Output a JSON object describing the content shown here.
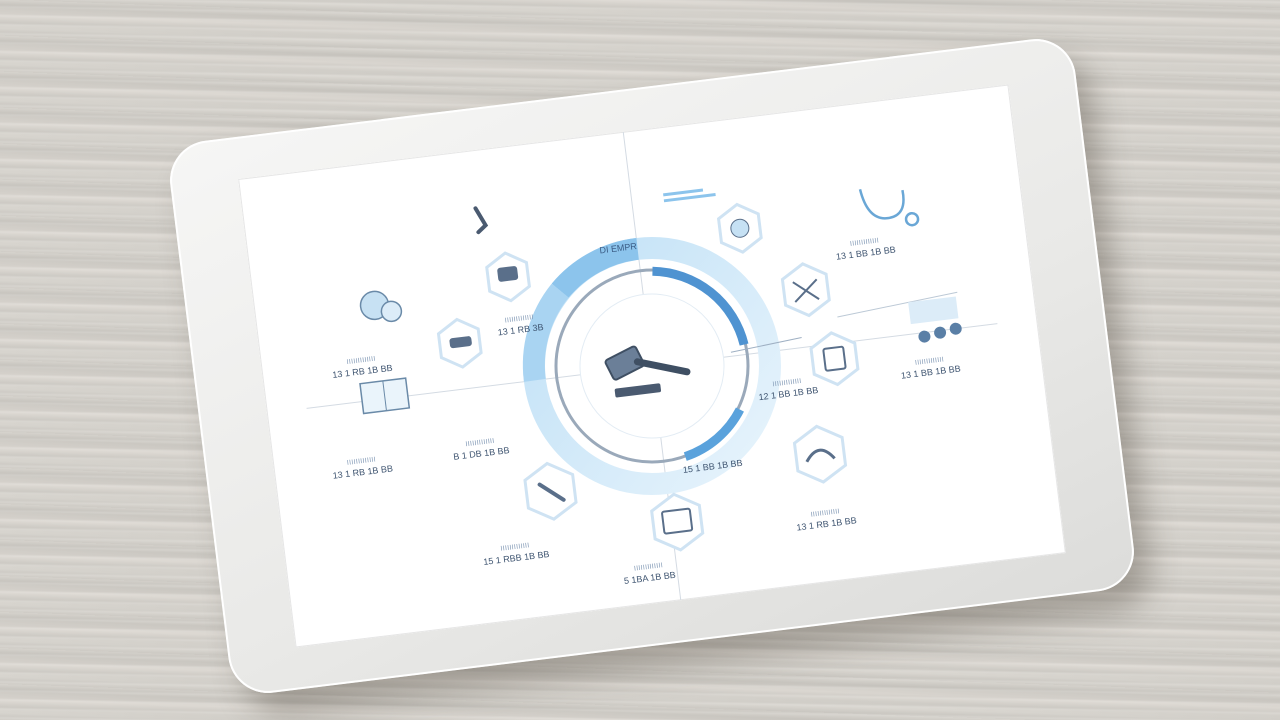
{
  "scene": {
    "colors": {
      "accent": "#7ab8e6",
      "accent_dark": "#3b84c4",
      "icon_stroke": "#5a6f8a",
      "wood": "#d6d3cd",
      "tablet_bezel": "#eeeeec"
    }
  },
  "infographic": {
    "center_icon": "gavel-icon",
    "center_chip": "DI EMPR",
    "nodes": [
      {
        "icon": "microscope-icon",
        "cap": "IIIIIIIIIIIII",
        "val": "13 1 RB 3B"
      },
      {
        "icon": "molecule-icon",
        "cap": "IIIIIIIIIIIII",
        "val": "13 1 RB 1B BB"
      },
      {
        "icon": "book-icon",
        "cap": "IIIIIIIIIIIII",
        "val": "13 1 RB 1B BB"
      },
      {
        "icon": "pill-bottle-icon",
        "cap": "IIIIIIIIIIIII",
        "val": "B 1 DB 1B BB"
      },
      {
        "icon": "handshake-icon",
        "cap": "IIIIIIIIIIIII",
        "val": "15 1 RBB 1B BB"
      },
      {
        "icon": "calendar-icon",
        "cap": "IIIIIIIIIIIII",
        "val": "5 1BA 1B BB"
      },
      {
        "icon": "network-icon",
        "cap": "",
        "val": ""
      },
      {
        "icon": "notepad-icon",
        "cap": "IIIIIIIIIIIII",
        "val": "12 1 BB 1B BB"
      },
      {
        "icon": "stethoscope-icon",
        "cap": "IIIIIIIIIIIII",
        "val": "13 1 BB 1B BB"
      },
      {
        "icon": "chart-dots-icon",
        "cap": "IIIIIIIIIIIII",
        "val": "13 1 BB 1B BB"
      },
      {
        "icon": "hands-care-icon",
        "cap": "IIIIIIIIIIIII",
        "val": "13 1 RB 1B BB"
      },
      {
        "icon": "brain-icon",
        "cap": "",
        "val": ""
      }
    ],
    "bottom_right_label": "15 1 BB 1B BB"
  }
}
